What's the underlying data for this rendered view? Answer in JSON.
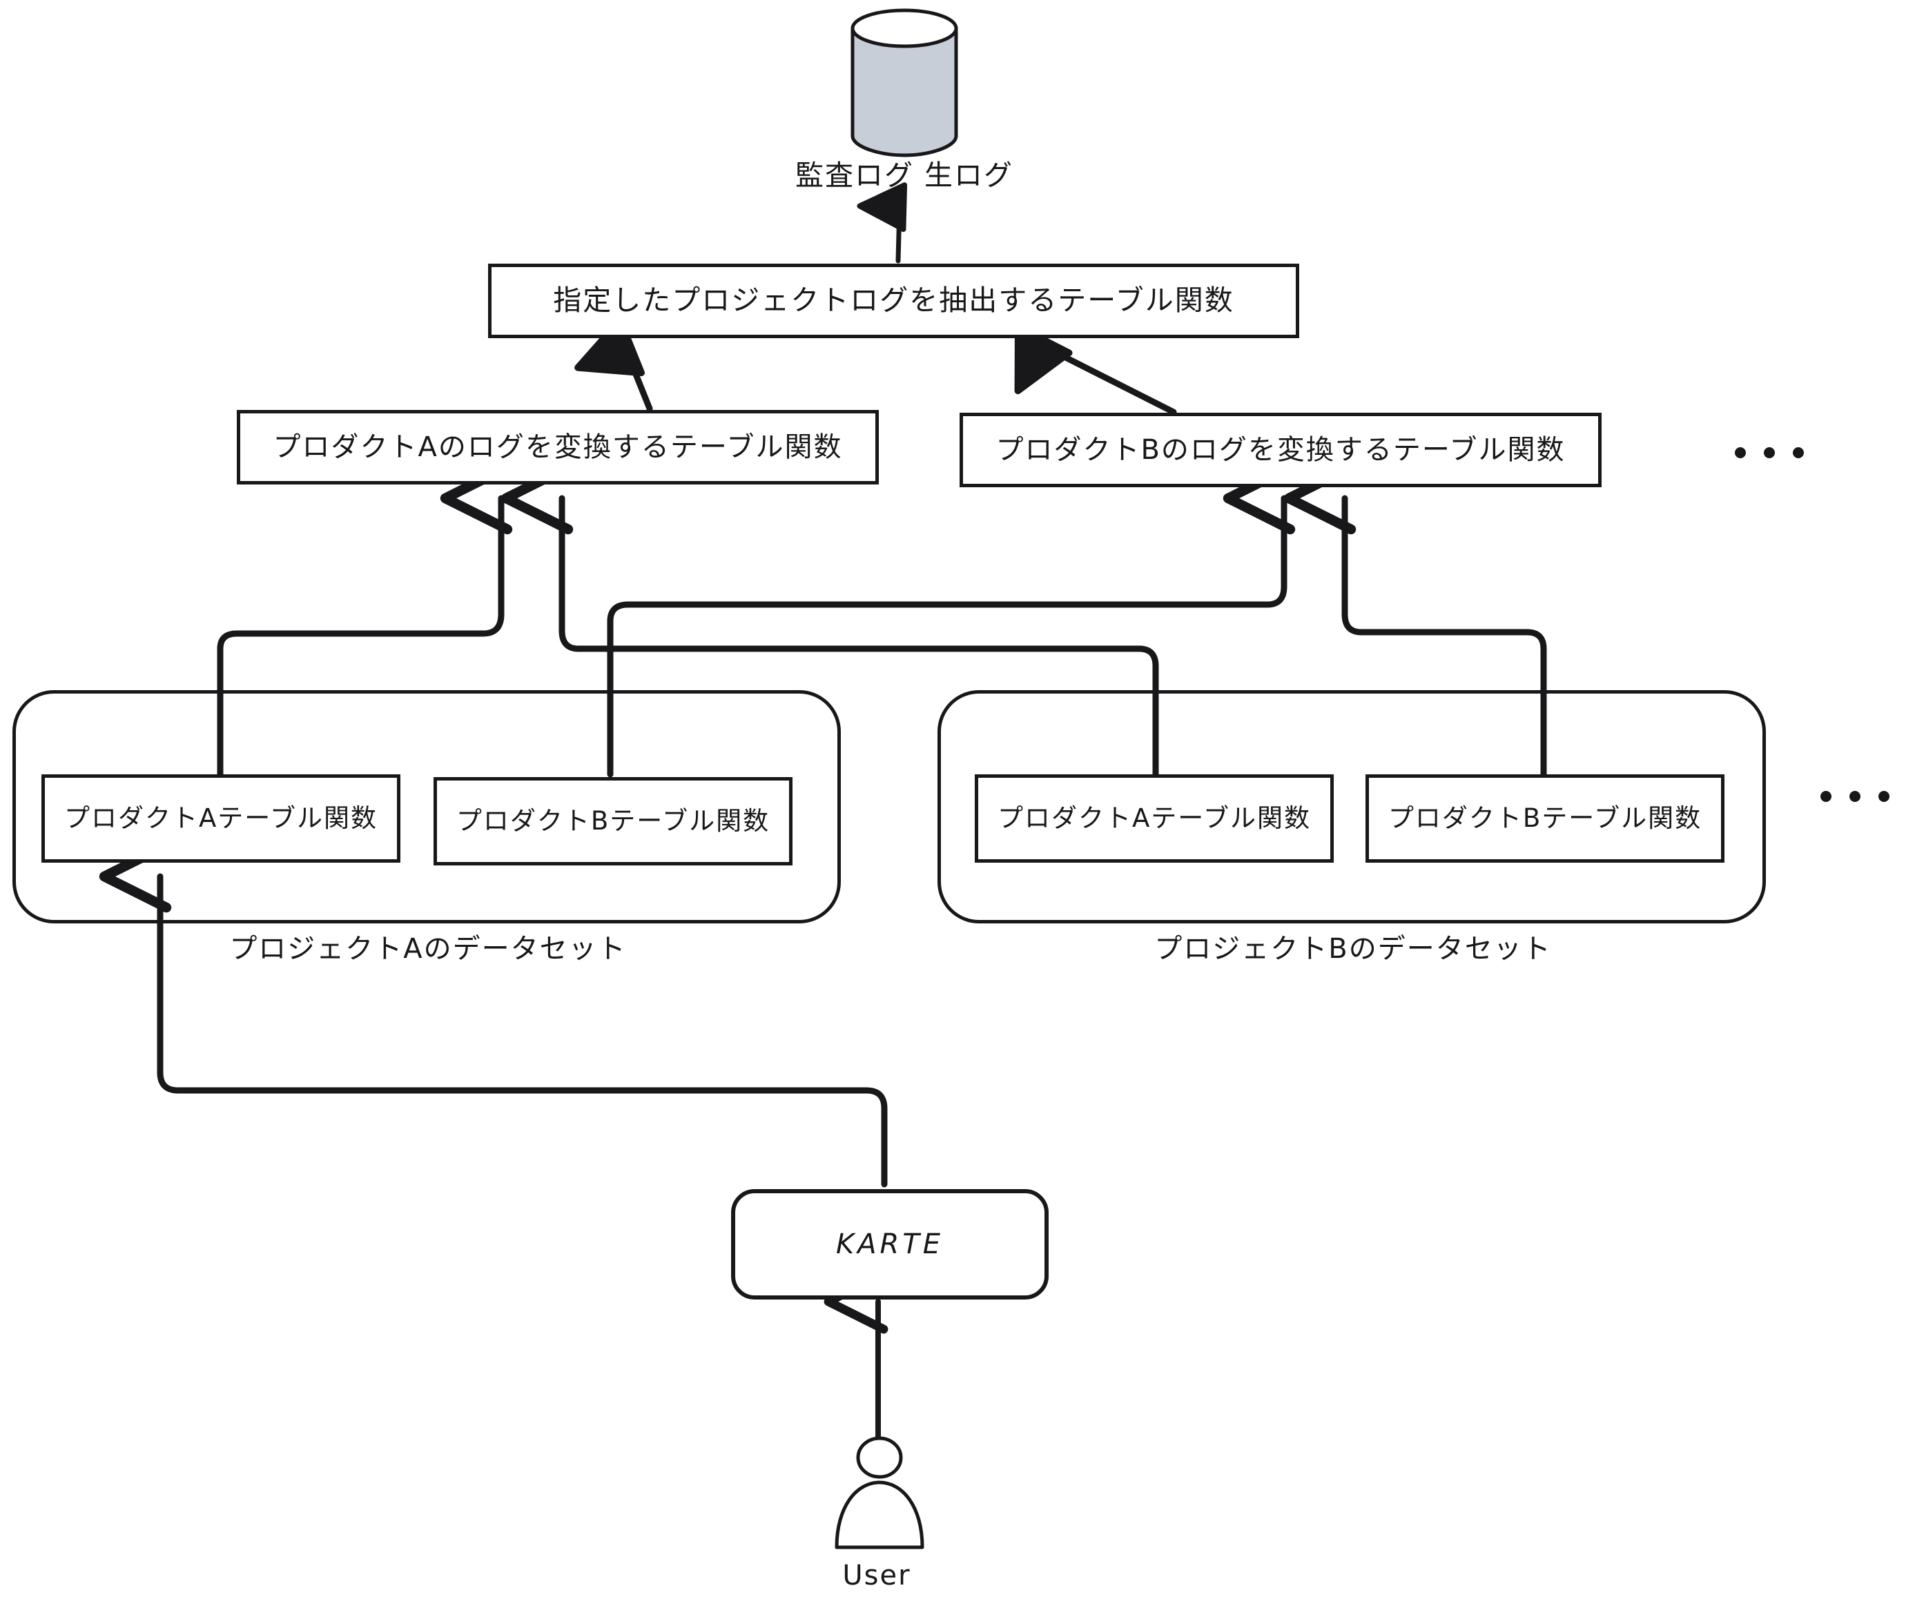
{
  "diagram": {
    "title": "KARTE audit log pipeline architecture",
    "ink_color": "#18181b",
    "paper_color": "#ffffff",
    "cylinder_fill": "#c7ced8"
  },
  "datastore": {
    "icon": "database-cylinder-icon",
    "label": "監査ログ 生ログ"
  },
  "extract_function": {
    "label": "指定したプロジェクトログを抽出するテーブル関数"
  },
  "transform_functions": [
    {
      "label": "プロダクトAのログを変換するテーブル関数"
    },
    {
      "label": "プロダクトBのログを変換するテーブル関数"
    }
  ],
  "transform_overflow": "• • •",
  "datasets": [
    {
      "caption": "プロジェクトAのデータセット",
      "tables": [
        {
          "label": "プロダクトAテーブル関数"
        },
        {
          "label": "プロダクトBテーブル関数"
        }
      ]
    },
    {
      "caption": "プロジェクトBのデータセット",
      "tables": [
        {
          "label": "プロダクトAテーブル関数"
        },
        {
          "label": "プロダクトBテーブル関数"
        }
      ]
    }
  ],
  "datasets_overflow": "• • •",
  "application": {
    "label": "KARTE"
  },
  "actor": {
    "icon": "person-icon",
    "label": "User"
  }
}
